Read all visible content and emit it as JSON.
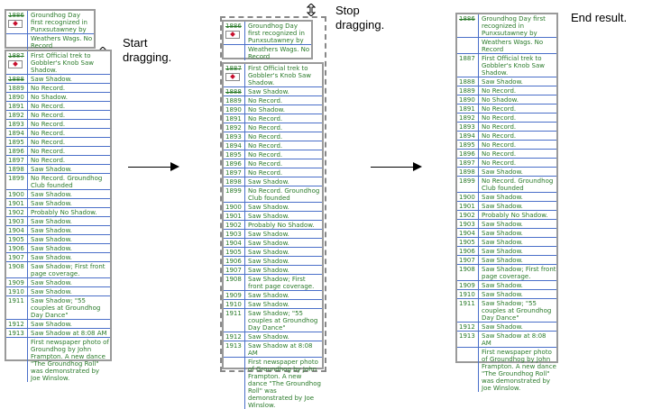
{
  "labels": {
    "start": "Start dragging.",
    "stop": "Stop dragging.",
    "end": "End result."
  },
  "top_rows": [
    {
      "year": "1886",
      "text": "Groundhog Day first recognized in Punxsutawney by"
    },
    {
      "year": "",
      "text": "Weathers Wags. No Record"
    }
  ],
  "rows": [
    {
      "year": "1887",
      "text": "First Official trek to Gobbler's Knob Saw Shadow."
    },
    {
      "year": "1888",
      "text": "Saw Shadow."
    },
    {
      "year": "1889",
      "text": "No Record."
    },
    {
      "year": "1890",
      "text": "No Shadow."
    },
    {
      "year": "1891",
      "text": "No Record."
    },
    {
      "year": "1892",
      "text": "No Record."
    },
    {
      "year": "1893",
      "text": "No Record."
    },
    {
      "year": "1894",
      "text": "No Record."
    },
    {
      "year": "1895",
      "text": "No Record."
    },
    {
      "year": "1896",
      "text": "No Record."
    },
    {
      "year": "1897",
      "text": "No Record."
    },
    {
      "year": "1898",
      "text": "Saw Shadow."
    },
    {
      "year": "1899",
      "text": "No Record. Groundhog Club founded"
    },
    {
      "year": "1900",
      "text": "Saw Shadow."
    },
    {
      "year": "1901",
      "text": "Saw Shadow."
    },
    {
      "year": "1902",
      "text": "Probably No Shadow."
    },
    {
      "year": "1903",
      "text": "Saw Shadow."
    },
    {
      "year": "1904",
      "text": "Saw Shadow."
    },
    {
      "year": "1905",
      "text": "Saw Shadow."
    },
    {
      "year": "1906",
      "text": "Saw Shadow."
    },
    {
      "year": "1907",
      "text": "Saw Shadow."
    },
    {
      "year": "1908",
      "text": "Saw Shadow; First front page coverage."
    },
    {
      "year": "1909",
      "text": "Saw Shadow."
    },
    {
      "year": "1910",
      "text": "Saw Shadow."
    },
    {
      "year": "1911",
      "text": "Saw Shadow; \"55 couples at Groundhog Day Dance\""
    },
    {
      "year": "1912",
      "text": "Saw Shadow."
    },
    {
      "year": "1913",
      "text": "Saw Shadow at 8:08 AM"
    },
    {
      "year": "",
      "text": "First newspaper photo of Groundhog by John Frampton. A new dance \"The Groundhog Roll\" was demonstrated by Joe Winslow."
    }
  ]
}
